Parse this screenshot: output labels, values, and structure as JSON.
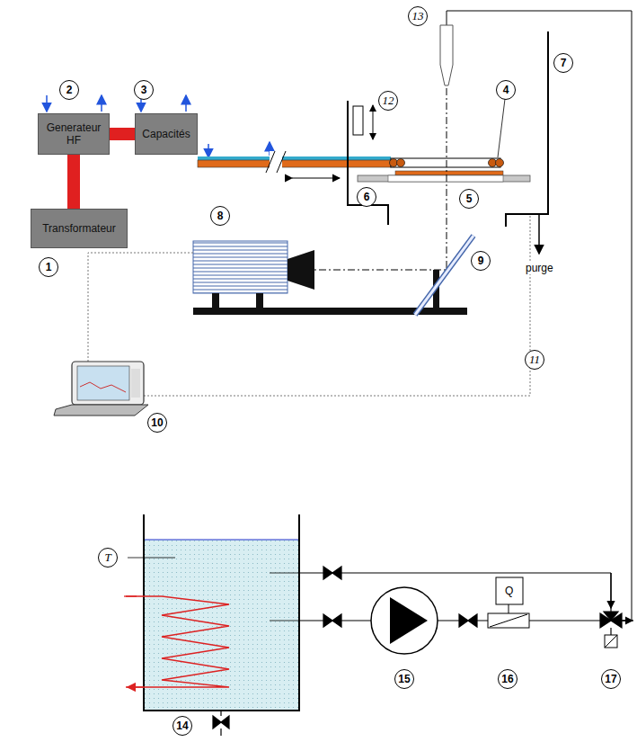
{
  "diagram": {
    "nodes": [
      {
        "text": [
          "Transformateur"
        ]
      },
      {
        "text": [
          "Generateur HF"
        ]
      },
      {
        "text": [
          "Capacités"
        ]
      }
    ],
    "edges": [
      {
        "from": 0,
        "to": 1,
        "arrow": "none"
      },
      {
        "from": 1,
        "to": 2,
        "arrow": "none"
      }
    ],
    "labels": [
      "2",
      "3",
      "13",
      "7",
      "12",
      "4",
      "6",
      "5",
      "1",
      "8",
      "9",
      "purge",
      "11",
      "10",
      "T",
      "14",
      "15",
      "16",
      "17",
      "Q"
    ]
  }
}
